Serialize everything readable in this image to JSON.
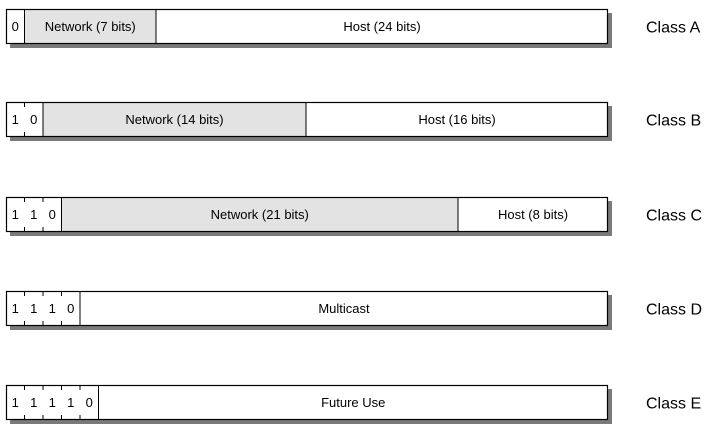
{
  "rows": [
    {
      "class_label": "Class A",
      "prefix_bits": [
        "0"
      ],
      "fields": [
        {
          "text": "Network (7 bits)",
          "shaded": true
        },
        {
          "text": "Host (24 bits)",
          "shaded": false
        }
      ]
    },
    {
      "class_label": "Class B",
      "prefix_bits": [
        "1",
        "0"
      ],
      "fields": [
        {
          "text": "Network (14 bits)",
          "shaded": true
        },
        {
          "text": "Host (16 bits)",
          "shaded": false
        }
      ]
    },
    {
      "class_label": "Class C",
      "prefix_bits": [
        "1",
        "1",
        "0"
      ],
      "fields": [
        {
          "text": "Network (21 bits)",
          "shaded": true
        },
        {
          "text": "Host (8 bits)",
          "shaded": false
        }
      ]
    },
    {
      "class_label": "Class D",
      "prefix_bits": [
        "1",
        "1",
        "1",
        "0"
      ],
      "fields": [
        {
          "text": "Multicast",
          "shaded": false
        }
      ]
    },
    {
      "class_label": "Class E",
      "prefix_bits": [
        "1",
        "1",
        "1",
        "1",
        "0"
      ],
      "fields": [
        {
          "text": "Future Use",
          "shaded": false
        }
      ]
    }
  ],
  "colors": {
    "shaded_fill": "#e3e3e3",
    "shadow": "#7a7a7a",
    "stroke": "#000000"
  }
}
